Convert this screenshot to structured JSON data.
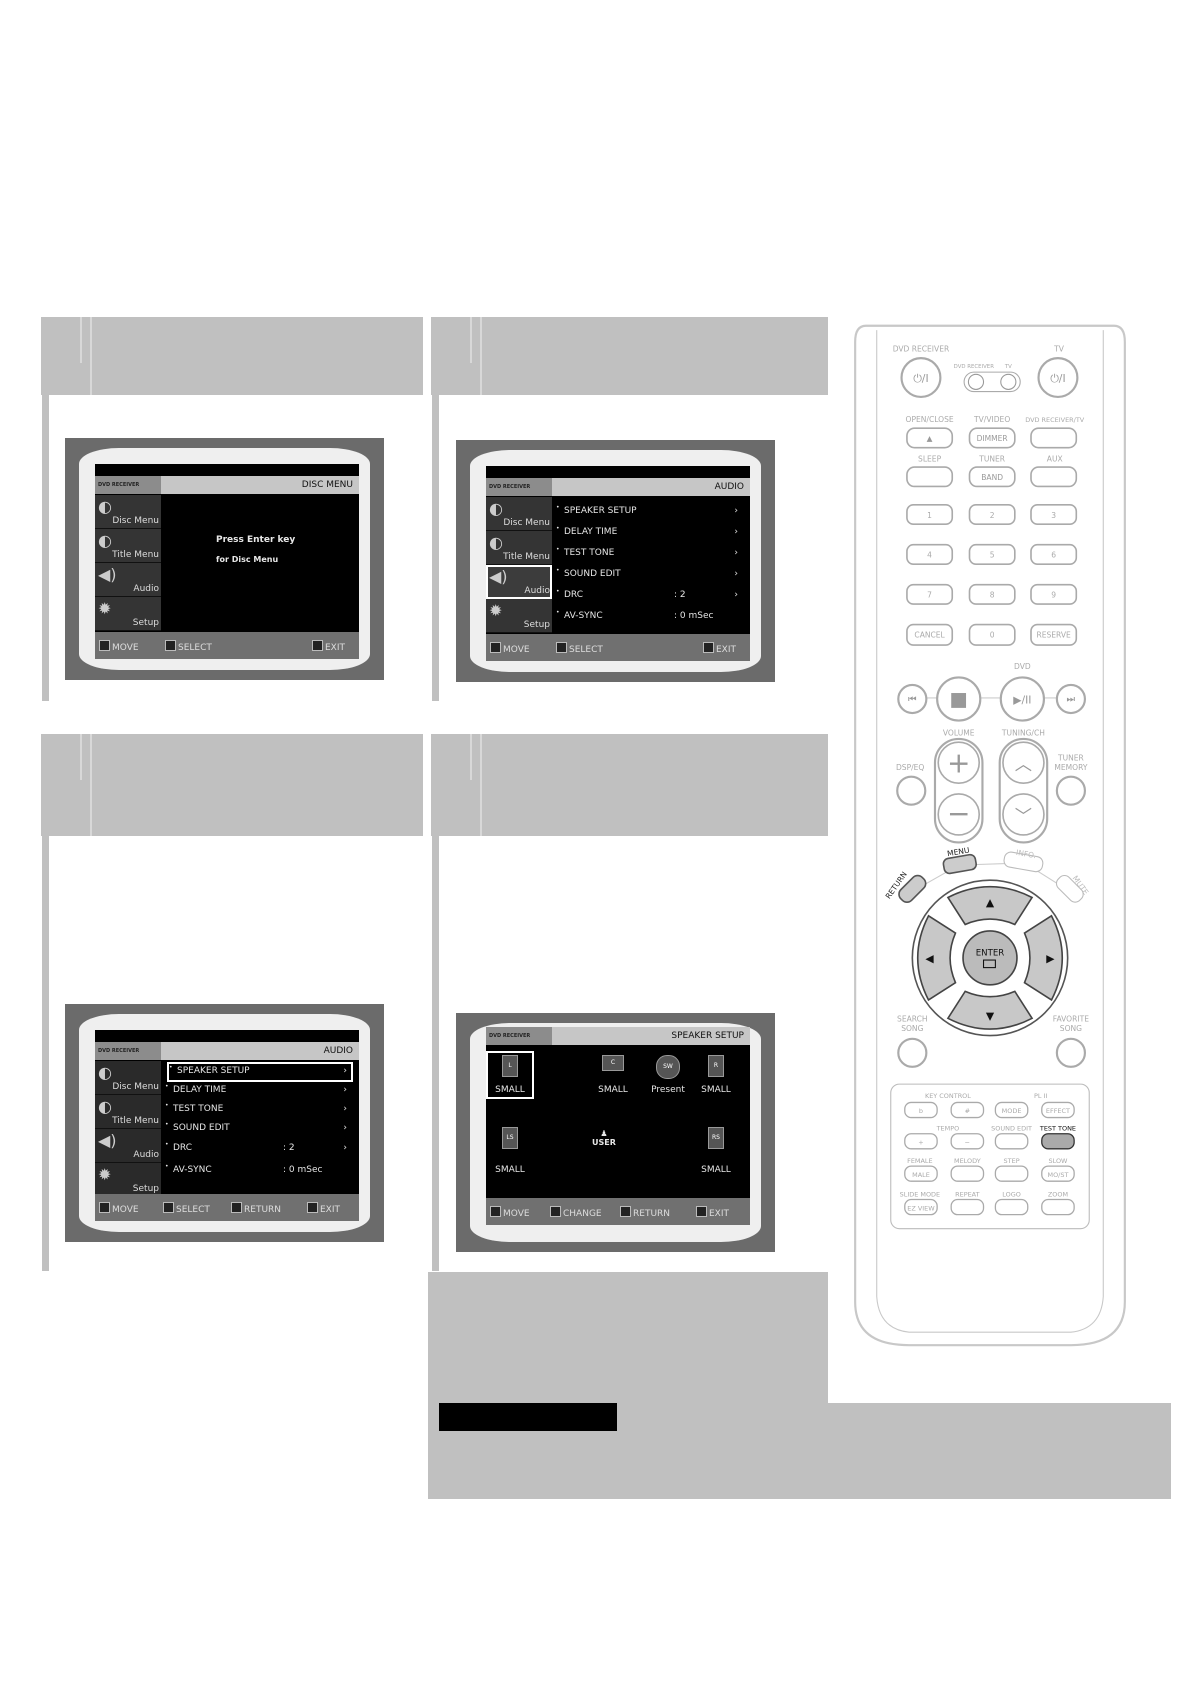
{
  "screens": {
    "disc_menu": {
      "brand": "DVD RECEIVER",
      "title": "DISC MENU",
      "sidebar": [
        "Disc Menu",
        "Title Menu",
        "Audio",
        "Setup"
      ],
      "message": [
        "Press Enter key",
        "for Disc Menu"
      ],
      "footer": [
        "MOVE",
        "SELECT",
        "EXIT"
      ]
    },
    "audio_select": {
      "brand": "DVD RECEIVER",
      "title": "AUDIO",
      "sidebar": [
        "Disc Menu",
        "Title Menu",
        "Audio",
        "Setup"
      ],
      "items": [
        {
          "label": "SPEAKER SETUP",
          "value": "",
          "arrow": "›"
        },
        {
          "label": "DELAY TIME",
          "value": "",
          "arrow": "›"
        },
        {
          "label": "TEST TONE",
          "value": "",
          "arrow": "›"
        },
        {
          "label": "SOUND EDIT",
          "value": "",
          "arrow": "›"
        },
        {
          "label": "DRC",
          "value": ": 2",
          "arrow": "›"
        },
        {
          "label": "AV-SYNC",
          "value": ": 0 mSec",
          "arrow": ""
        }
      ],
      "footer": [
        "MOVE",
        "SELECT",
        "EXIT"
      ]
    },
    "audio_speaker": {
      "brand": "DVD RECEIVER",
      "title": "AUDIO",
      "sidebar": [
        "Disc Menu",
        "Title Menu",
        "Audio",
        "Setup"
      ],
      "items": [
        {
          "label": "SPEAKER SETUP",
          "value": "",
          "arrow": "›"
        },
        {
          "label": "DELAY TIME",
          "value": "",
          "arrow": "›"
        },
        {
          "label": "TEST TONE",
          "value": "",
          "arrow": "›"
        },
        {
          "label": "SOUND EDIT",
          "value": "",
          "arrow": "›"
        },
        {
          "label": "DRC",
          "value": ": 2",
          "arrow": "›"
        },
        {
          "label": "AV-SYNC",
          "value": ": 0 mSec",
          "arrow": ""
        }
      ],
      "footer": [
        "MOVE",
        "SELECT",
        "RETURN",
        "EXIT"
      ]
    },
    "speaker_setup": {
      "brand": "DVD RECEIVER",
      "title": "SPEAKER SETUP",
      "speakers": [
        {
          "icon": "L",
          "value": "SMALL"
        },
        {
          "icon": "C",
          "value": "SMALL"
        },
        {
          "icon": "SW",
          "value": "Present"
        },
        {
          "icon": "R",
          "value": "SMALL"
        },
        {
          "icon": "LS",
          "value": "SMALL"
        },
        {
          "icon": "RS",
          "value": "SMALL"
        }
      ],
      "mode": "USER",
      "footer": [
        "MOVE",
        "CHANGE",
        "RETURN",
        "EXIT"
      ]
    }
  },
  "remote": {
    "top": [
      "DVD RECEIVER",
      "DVD RECEIVER",
      "TV",
      "TV"
    ],
    "power_glyph": "⏻/I",
    "row1_labels": [
      "OPEN/CLOSE",
      "TV/VIDEO",
      "DVD RECEIVER/TV"
    ],
    "row1_buttons": [
      "▲",
      "DIMMER",
      ""
    ],
    "row2_labels": [
      "SLEEP",
      "TUNER",
      "AUX"
    ],
    "row2_buttons": [
      "",
      "BAND",
      ""
    ],
    "numbers": [
      "1",
      "2",
      "3",
      "4",
      "5",
      "6",
      "7",
      "8",
      "9",
      "CANCEL",
      "0",
      "RESERVE"
    ],
    "dvd_label": "DVD",
    "transport": [
      "⏮",
      "■",
      "▶/II",
      "⏭"
    ],
    "volume_label": "VOLUME",
    "tuning_label": "TUNING/CH",
    "dsp_label": "DSP/EQ",
    "tuner_memory": [
      "TUNER",
      "MEMORY"
    ],
    "plus": "+",
    "minus": "−",
    "up": "︿",
    "down": "﹀",
    "menu": "MENU",
    "info": "INFO.",
    "return": "RETURN",
    "mute": "MUTE",
    "enter": "ENTER",
    "search_song": [
      "SEARCH",
      "SONG"
    ],
    "favorite_song": [
      "FAVORITE",
      "SONG"
    ],
    "key_control": "KEY CONTROL",
    "pl2": "PL II",
    "panel_row1": [
      "b",
      "#",
      "MODE",
      "EFFECT"
    ],
    "tempo": "TEMPO",
    "panel_row2_labels": [
      "SOUND EDIT",
      "TEST TONE"
    ],
    "panel_row2": [
      "+",
      "−",
      "",
      ""
    ],
    "panel_row3_labels": [
      "FEMALE",
      "MELODY",
      "STEP",
      "SLOW"
    ],
    "panel_row3": [
      "MALE",
      "",
      "",
      "MO/ST"
    ],
    "panel_row4_labels": [
      "SLIDE MODE",
      "REPEAT",
      "LOGO",
      "ZOOM"
    ],
    "panel_row4": [
      "EZ VIEW",
      "",
      "",
      ""
    ],
    "highlighted": [
      "MENU",
      "RETURN",
      "ENTER",
      "TEST TONE"
    ]
  },
  "colors": {
    "section_gray": "#c0c0c0",
    "screen_frame": "#6b6b6b",
    "note_bar": "#000000"
  }
}
